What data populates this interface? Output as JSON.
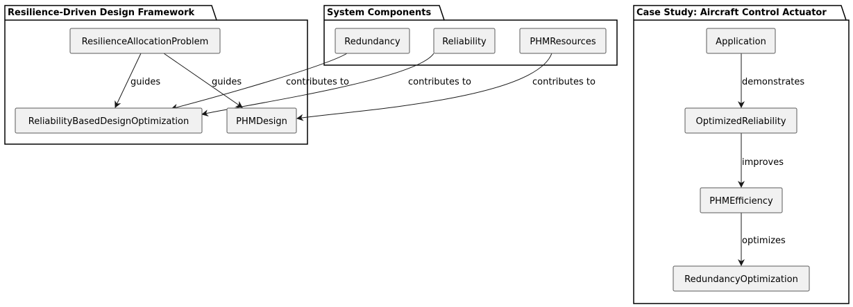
{
  "packages": {
    "framework": {
      "title": "Resilience-Driven Design Framework"
    },
    "components": {
      "title": "System Components"
    },
    "case_study": {
      "title": "Case Study: Aircraft Control Actuator"
    }
  },
  "nodes": {
    "resilience_allocation_problem": "ResilienceAllocationProblem",
    "reliability_based_design_optimization": "ReliabilityBasedDesignOptimization",
    "phm_design": "PHMDesign",
    "redundancy": "Redundancy",
    "reliability": "Reliability",
    "phm_resources": "PHMResources",
    "application": "Application",
    "optimized_reliability": "OptimizedReliability",
    "phm_efficiency": "PHMEfficiency",
    "redundancy_optimization": "RedundancyOptimization"
  },
  "edges": [
    {
      "from": "ResilienceAllocationProblem",
      "to": "ReliabilityBasedDesignOptimization",
      "label": "guides"
    },
    {
      "from": "ResilienceAllocationProblem",
      "to": "PHMDesign",
      "label": "guides"
    },
    {
      "from": "Redundancy",
      "to": "ReliabilityBasedDesignOptimization",
      "label": "contributes to"
    },
    {
      "from": "Reliability",
      "to": "ReliabilityBasedDesignOptimization",
      "label": "contributes to"
    },
    {
      "from": "PHMResources",
      "to": "PHMDesign",
      "label": "contributes to"
    },
    {
      "from": "Application",
      "to": "OptimizedReliability",
      "label": "demonstrates"
    },
    {
      "from": "OptimizedReliability",
      "to": "PHMEfficiency",
      "label": "improves"
    },
    {
      "from": "PHMEfficiency",
      "to": "RedundancyOptimization",
      "label": "optimizes"
    }
  ],
  "colors": {
    "node_fill": "#f1f1f1",
    "node_border": "#5a5a5a",
    "line": "#181818"
  }
}
